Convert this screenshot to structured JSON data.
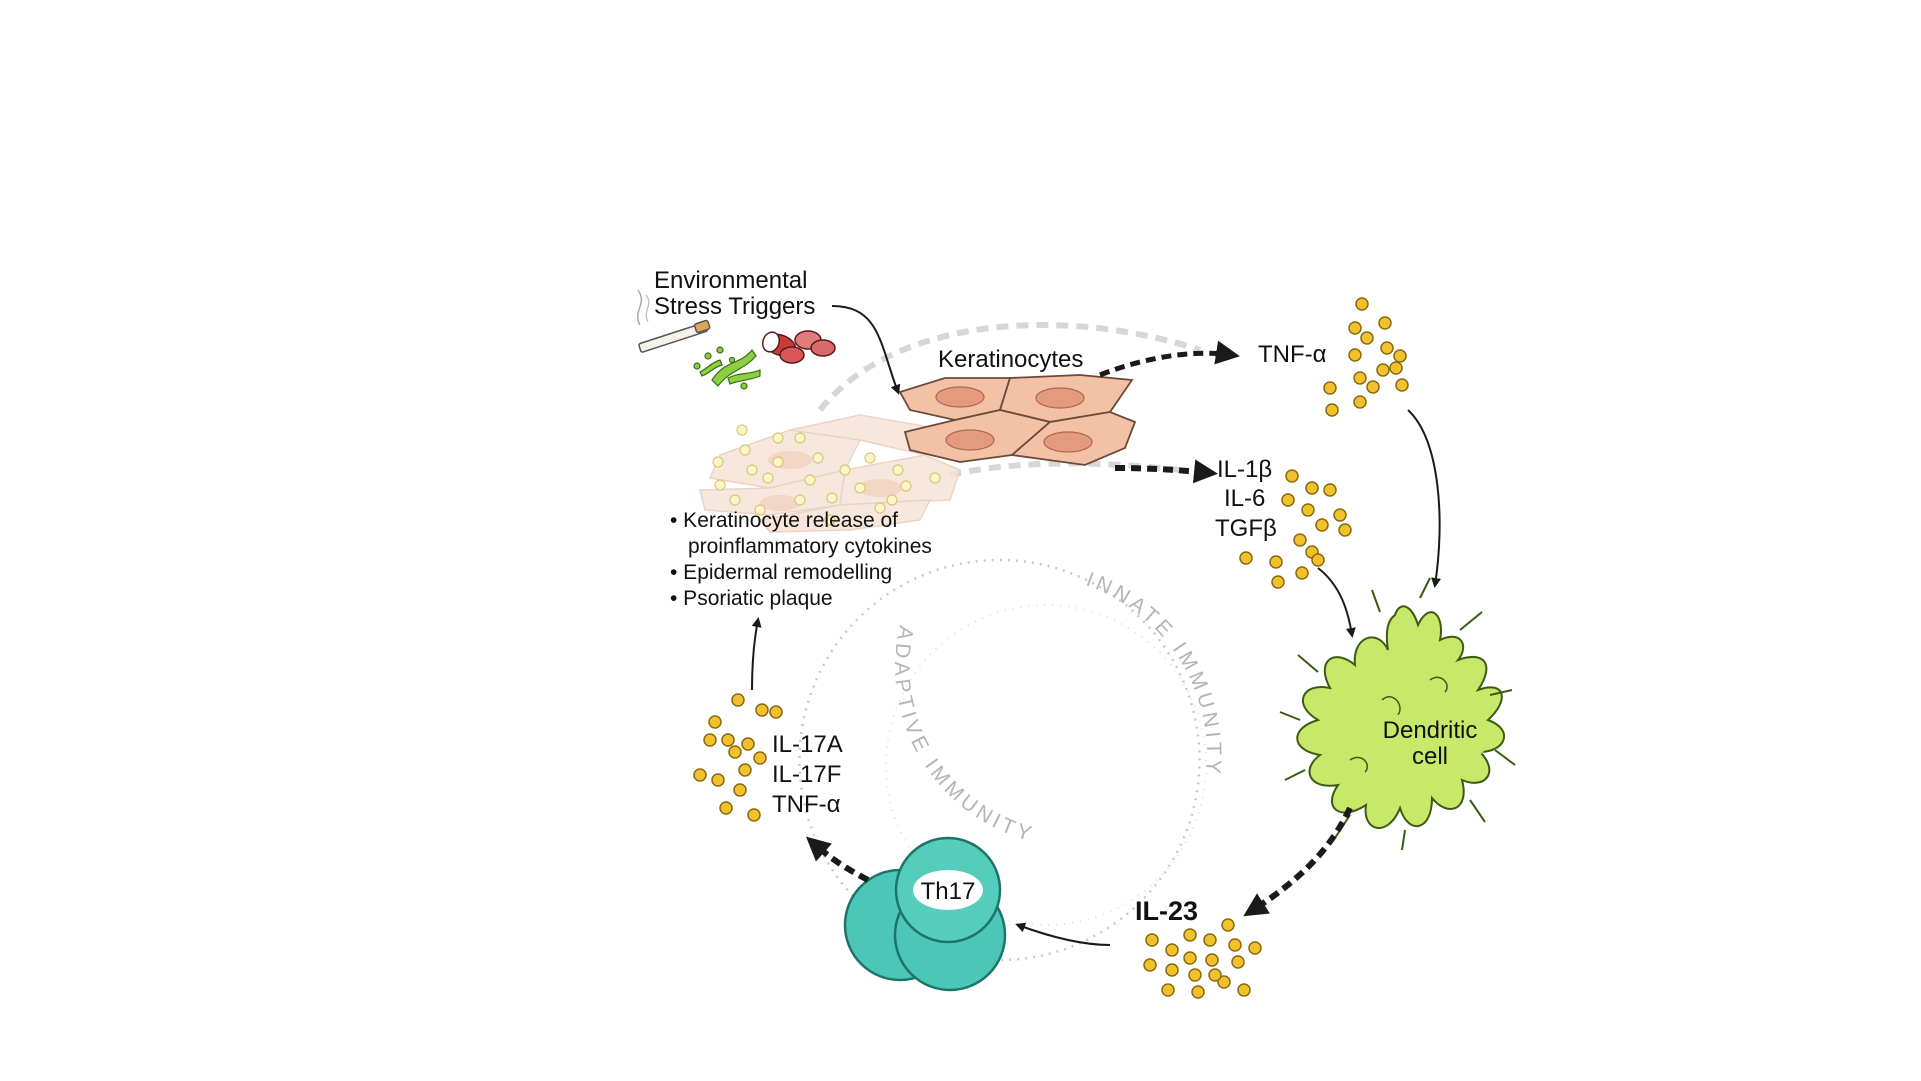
{
  "triggers": {
    "line1": "Environmental",
    "line2": "Stress Triggers"
  },
  "keratinocytes": {
    "label": "Keratinocytes"
  },
  "cytokines_top": {
    "label": "TNF-α"
  },
  "cytokines_mid": {
    "lines": [
      "IL-1β",
      "IL-6",
      "TGFβ"
    ]
  },
  "effects": {
    "items": [
      "• Keratinocyte release of",
      "proinflammatory cytokines",
      "• Epidermal remodelling",
      "• Psoriatic plaque"
    ]
  },
  "dendritic_cell": {
    "line1": "Dendritic",
    "line2": "cell"
  },
  "il23": {
    "label": "IL-23"
  },
  "th17": {
    "label": "Th17"
  },
  "cytokines_left": {
    "lines": [
      "IL-17A",
      "IL-17F",
      "TNF-α"
    ]
  },
  "ring": {
    "innate": "INNATE IMMUNITY",
    "adaptive": "ADAPTIVE IMMUNITY"
  },
  "colors": {
    "keratinocyte": "#f2c1a6",
    "keratinocyte_nucleus": "#e39a7e",
    "keratinocyte_faded": "#f7e3d6",
    "cytokine_dot": "#f2c12e",
    "cytokine_outline": "#a07a10",
    "dendritic": "#c8e86a",
    "th17": "#4cc7b7",
    "th17_dark": "#2ea394",
    "arrow": "#1a1a1a",
    "faint_arrow": "#cfcfcf"
  }
}
